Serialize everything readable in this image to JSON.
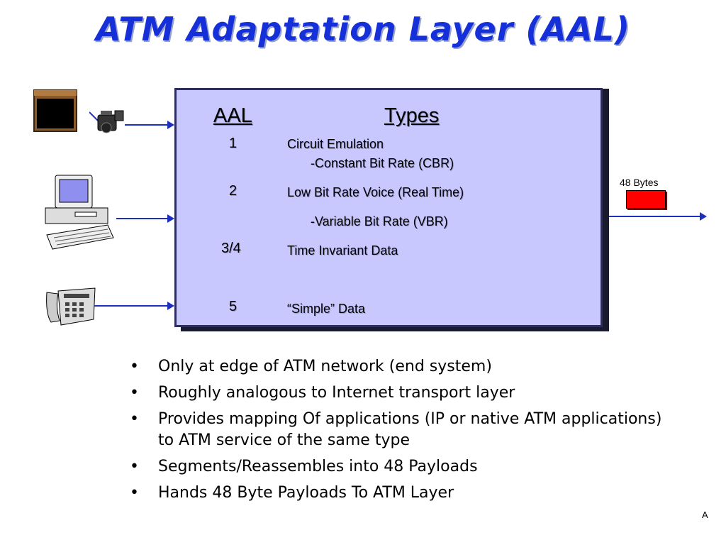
{
  "title": "ATM Adaptation Layer (AAL)",
  "table": {
    "header_aal": "AAL",
    "header_types": "Types",
    "rows": [
      {
        "aal": "1",
        "line1": "Circuit Emulation",
        "line2": "-Constant Bit Rate (CBR)"
      },
      {
        "aal": "2",
        "line1": "Low Bit Rate Voice (Real Time)",
        "line2": "-Variable Bit Rate (VBR)"
      },
      {
        "aal": "3/4",
        "line1": "Time Invariant Data"
      },
      {
        "aal": "5",
        "line1": "“Simple” Data"
      }
    ]
  },
  "packet_label": "48 Bytes",
  "bullets": [
    "Only at edge of ATM network (end system)",
    "Roughly analogous to Internet transport layer",
    "Provides mapping Of applications (IP or native ATM applications) to ATM service of the same type",
    "Segments/Reassembles into 48 Payloads",
    "Hands 48 Byte Payloads To ATM Layer"
  ],
  "footer_mark": "A",
  "icons": [
    "tv-icon",
    "video-camera-icon",
    "computer-icon",
    "telephone-icon"
  ],
  "colors": {
    "title": "#1530d8",
    "panel": "#c8c8ff",
    "arrow": "#1c2fc0",
    "packet": "#ff0000"
  }
}
